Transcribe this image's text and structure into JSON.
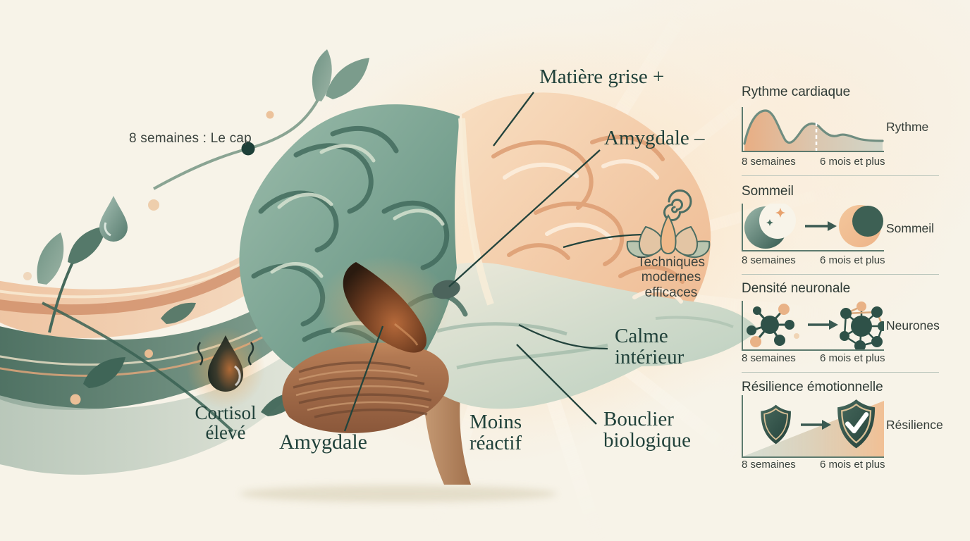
{
  "page": {
    "background": "#f7f3e8"
  },
  "colors": {
    "serif_text": "#20413a",
    "sans_text": "#3a423d",
    "divider": "#b9c5bb",
    "axis": "#5d7a6e",
    "teal_hemisphere": "#7da295",
    "peach_hemisphere": "#f2c5a0",
    "cerebellum_brown": "#a8714e",
    "accent_orange": "#e8a97e",
    "shield_teal": "#2e4f46"
  },
  "scene": {
    "milestone_label": "8 semaines : Le cap",
    "labels": {
      "matiere_grise": "Matière grise +",
      "amygdale_minus": "Amygdale –",
      "techniques": "Techniques\nmodernes\nefficaces",
      "calme": "Calme\nintérieur",
      "bouclier": "Bouclier\nbiologique",
      "moins": "Moins\nréactif",
      "amygdale": "Amygdale",
      "cortisol": "Cortisol\nélevé"
    },
    "icons": [
      "brain-illustration",
      "timeline-dot",
      "leaf-sprout-icon",
      "water-droplet-icon",
      "cortisol-drop-icon",
      "spiral-icon",
      "lotus-icon",
      "wave-flow-decoration"
    ]
  },
  "sidebar": {
    "panels": [
      {
        "title": "Rythme cardiaque",
        "icon": "heart-rate-curve-icon",
        "x_left": "8 semaines",
        "x_right": "6 mois et plus",
        "side_label": "Rythme"
      },
      {
        "title": "Sommeil",
        "icon": "moon-to-full-circle-icon",
        "x_left": "8 semaines",
        "x_right": "6 mois et plus",
        "side_label": "Sommeil"
      },
      {
        "title": "Densité neuronale",
        "icon": "neuron-network-icon",
        "x_left": "8 semaines",
        "x_right": "6 mois et plus",
        "side_label": "Neurones"
      },
      {
        "title": "Résilience émotionnelle",
        "icon": "shield-check-icon",
        "x_left": "8 semaines",
        "x_right": "6 mois et plus",
        "side_label": "Résilience"
      }
    ]
  }
}
